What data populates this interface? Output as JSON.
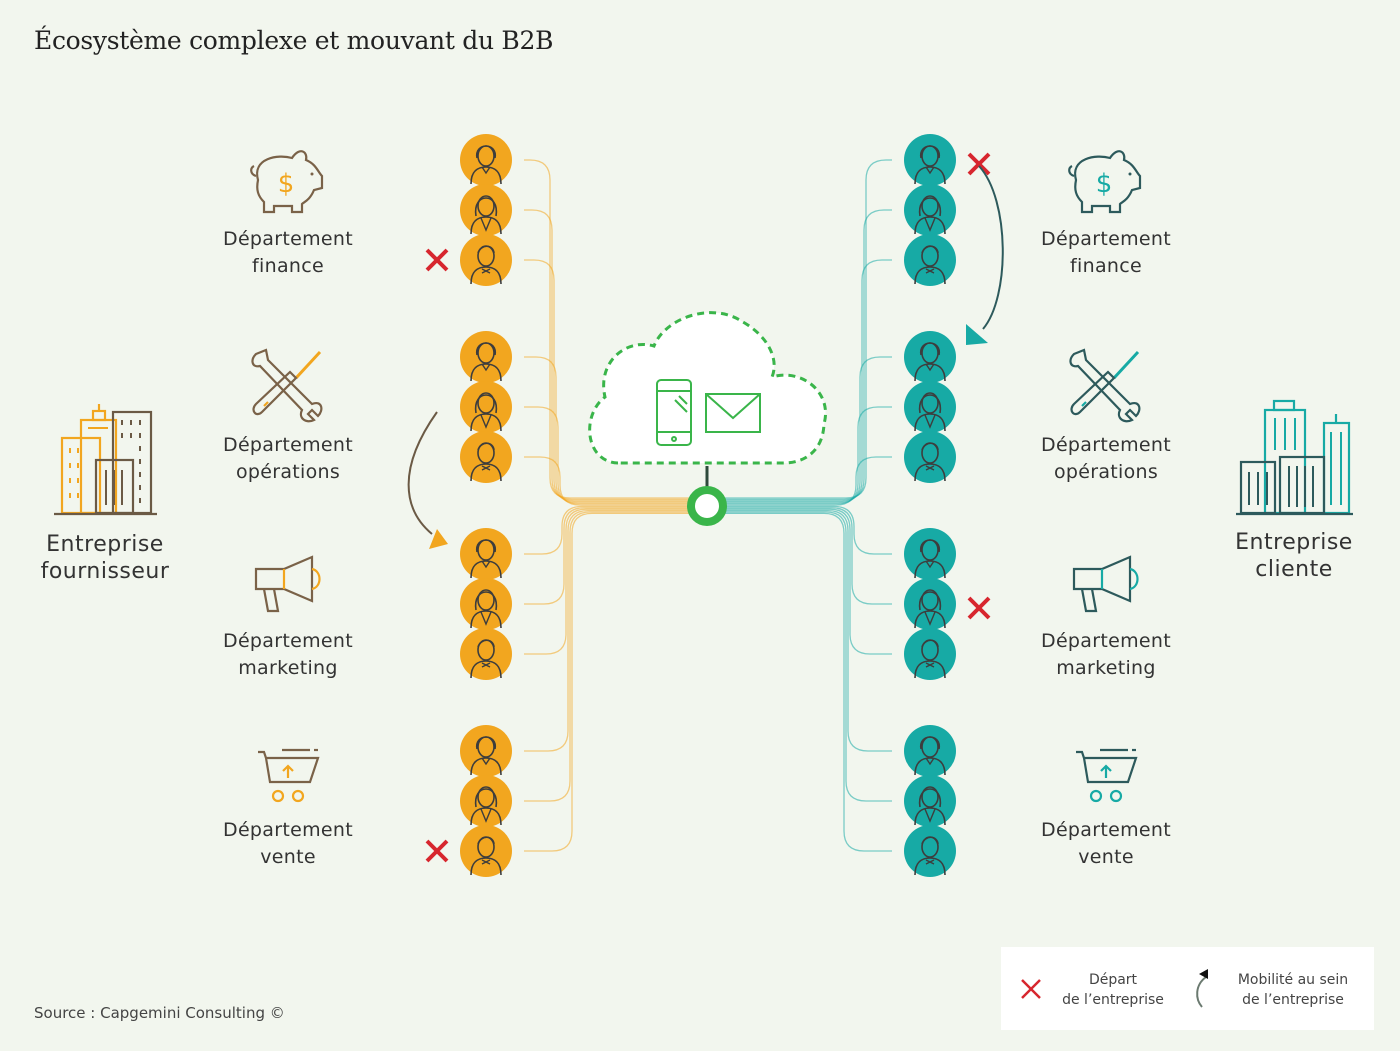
{
  "title": "Écosystème complexe et mouvant du B2B",
  "supplier": {
    "label": "Entreprise\nfournisseur",
    "color": "#f2a61f",
    "icon_color": "#7a6248",
    "icon_accent": "#f2a61f",
    "departments": [
      {
        "name": "Département\nfinance",
        "icon": "piggy-bank-icon"
      },
      {
        "name": "Département\nopérations",
        "icon": "wrench-screwdriver-icon"
      },
      {
        "name": "Département\nmarketing",
        "icon": "megaphone-icon"
      },
      {
        "name": "Département\nvente",
        "icon": "shopping-cart-icon"
      }
    ],
    "departures": [
      [
        0,
        2
      ],
      [
        3,
        2
      ]
    ],
    "mobility": {
      "from": 1,
      "to": 2
    }
  },
  "client": {
    "label": "Entreprise\ncliente",
    "color": "#17aaa5",
    "icon_color": "#2d5a5c",
    "icon_accent": "#17aaa5",
    "departments": [
      {
        "name": "Département\nfinance",
        "icon": "piggy-bank-icon"
      },
      {
        "name": "Département\nopérations",
        "icon": "wrench-screwdriver-icon"
      },
      {
        "name": "Département\nmarketing",
        "icon": "megaphone-icon"
      },
      {
        "name": "Département\nvente",
        "icon": "shopping-cart-icon"
      }
    ],
    "departures": [
      [
        0,
        0
      ],
      [
        2,
        1
      ]
    ],
    "mobility": {
      "from": 0,
      "to": 1
    }
  },
  "hub": {
    "cloud_color": "#3ab54a",
    "icons": [
      "mobile-phone-icon",
      "envelope-icon"
    ]
  },
  "colors": {
    "departure": "#d7262e",
    "arrow_supplier": "#6b5a45",
    "arrow_client": "#2d5a5c"
  },
  "legend": {
    "departure": "Départ\nde l’entreprise",
    "mobility": "Mobilité au sein\nde l’entreprise"
  },
  "source": "Source : Capgemini Consulting ©"
}
